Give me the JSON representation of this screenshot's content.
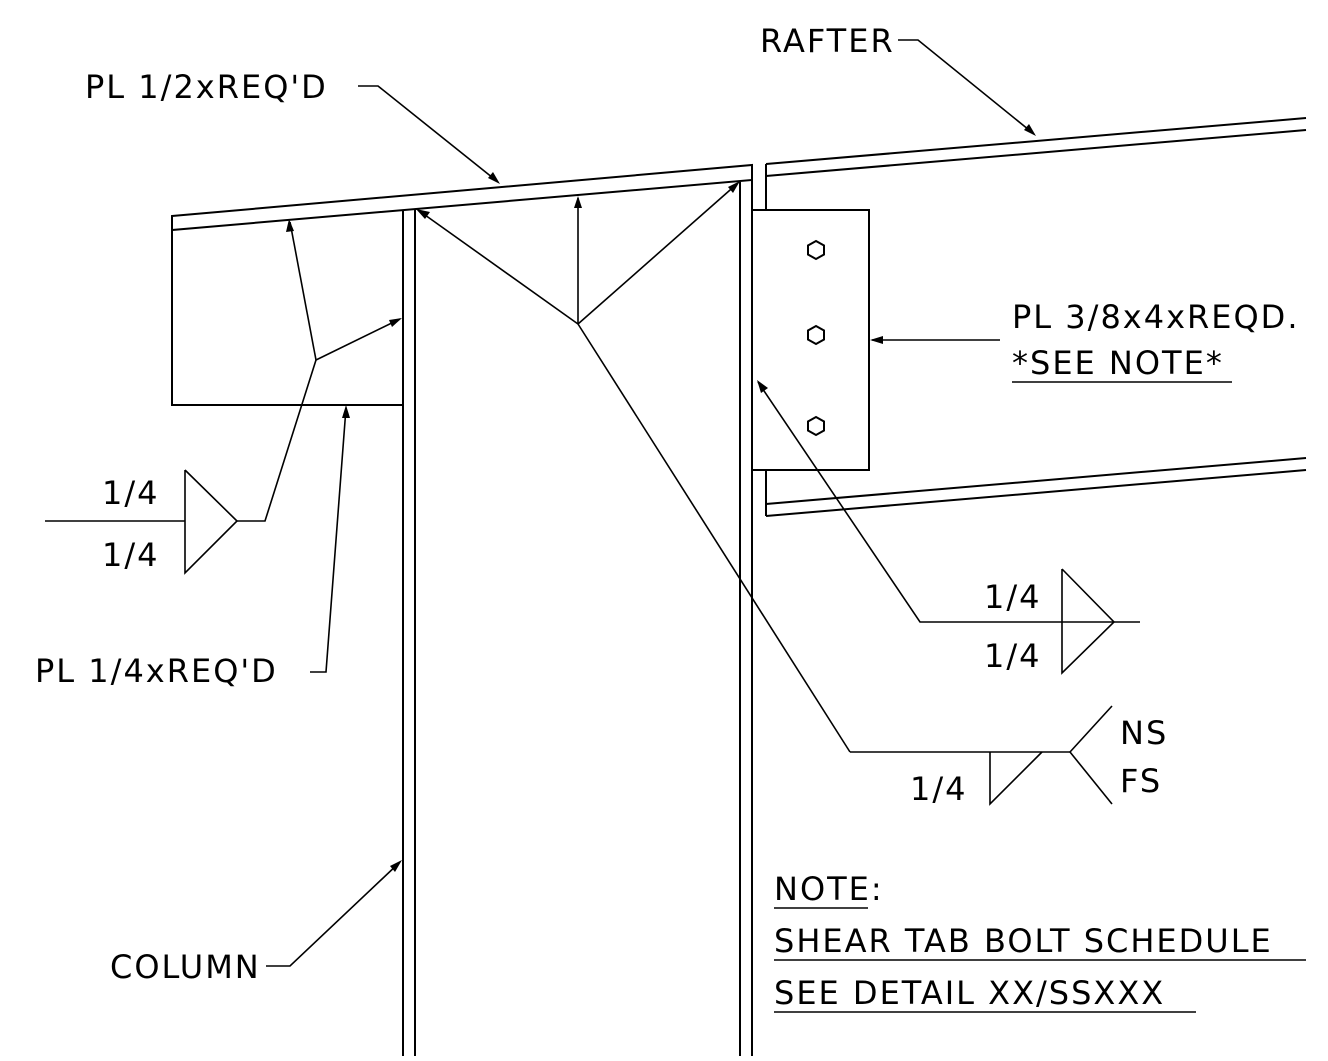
{
  "labels": {
    "rafter": "RAFTER",
    "top_plate": "PL 1/2xREQ'D",
    "shear_tab_plate": "PL 3/8x4xREQD.",
    "see_note": "*SEE NOTE*",
    "stiffener_plate": "PL 1/4xREQ'D",
    "column": "COLUMN"
  },
  "welds": {
    "left": {
      "top": "1/4",
      "bottom": "1/4"
    },
    "right": {
      "top": "1/4",
      "bottom": "1/4"
    },
    "bottom": {
      "size": "1/4",
      "side_top": "NS",
      "side_bottom": "FS"
    }
  },
  "note": {
    "title": "NOTE:",
    "line1": "SHEAR TAB BOLT SCHEDULE",
    "line2": "SEE DETAIL XX/SSXXX"
  },
  "colors": {
    "ink": "#000000",
    "paper": "#ffffff"
  }
}
